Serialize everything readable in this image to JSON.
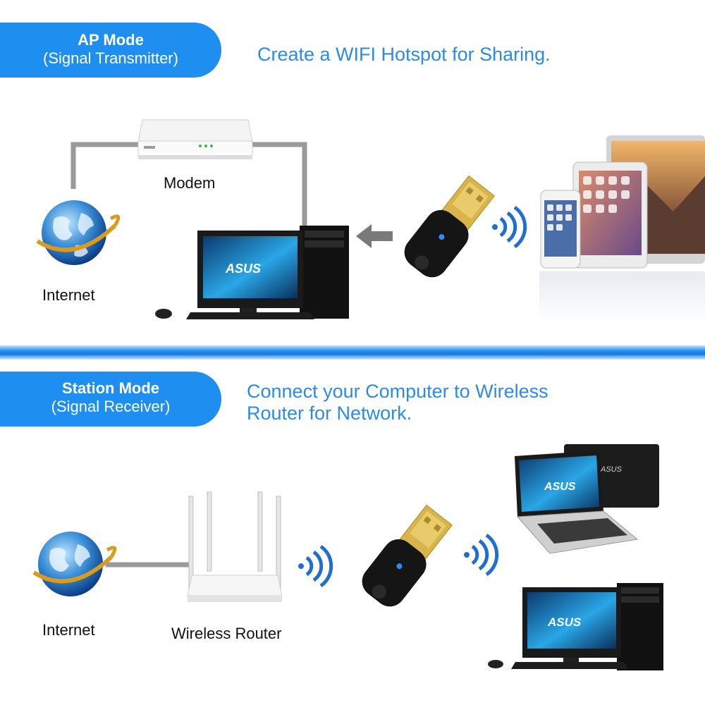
{
  "ap_mode": {
    "badge_title": "AP Mode",
    "badge_subtitle": "(Signal Transmitter)",
    "headline": "Create a WIFI Hotspot for Sharing.",
    "modem_label": "Modem",
    "internet_label": "Internet"
  },
  "station_mode": {
    "badge_title": "Station Mode",
    "badge_subtitle": "(Signal Receiver)",
    "headline_line1": "Connect your Computer to Wireless",
    "headline_line2": "Router for Network.",
    "internet_label": "Internet",
    "router_label": "Wireless Router"
  },
  "brand_text": "ASUS",
  "colors": {
    "accent": "#1e8ff0",
    "headline": "#2b8be6",
    "cable": "#9a9a9a"
  }
}
